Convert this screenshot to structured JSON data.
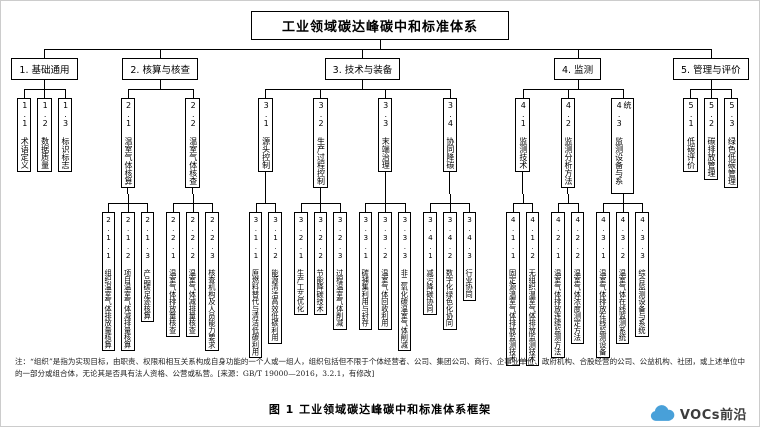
{
  "title": "工业领域碳达峰碳中和标准体系",
  "caption": "图 1  工业领域碳达峰碳中和标准体系框架",
  "note": "注：“组织”是指为实现目标，由职责、权限和相互关系构成自身功能的一个人或一组人，组织包括但不限于个体经营者、公司、集团公司、商行、企事业单位、政府机构、合股经营的公司、公益机构、社团，或上述单位中的一部分或组合体，无论其是否具有法人资格、公营或私营。[来源：GB/T 19000—2016，3.2.1，有修改]",
  "watermark": {
    "text": "VOCs前沿",
    "cloud_color": "#48a0d9"
  },
  "tree": {
    "label": "工业领域碳达峰碳中和标准体系",
    "children": [
      {
        "label": "1. 基础通用",
        "children": [
          {
            "label": "1.1 术语定义"
          },
          {
            "label": "1.2 数据质量"
          },
          {
            "label": "1.3 标识标志"
          }
        ]
      },
      {
        "label": "2. 核算与核查",
        "children": [
          {
            "label": "2.1 温室气体核算",
            "children": [
              {
                "label": "2.1.1 组织温室气体排放量核算"
              },
              {
                "label": "2.1.2 项目温室气体减排量核算"
              },
              {
                "label": "2.1.3 产品碳足迹核算"
              }
            ]
          },
          {
            "label": "2.2 温室气体核查",
            "children": [
              {
                "label": "2.2.1 温室气体排放量核查"
              },
              {
                "label": "2.2.2 温室气体减排量核查"
              },
              {
                "label": "2.2.3 核查机构及人员能力要求"
              }
            ]
          }
        ]
      },
      {
        "label": "3. 技术与装备",
        "children": [
          {
            "label": "3.1 源头控制",
            "children": [
              {
                "label": "3.1.1 原燃料替代与清洁低碳利用"
              },
              {
                "label": "3.1.2 能源清洁高效低碳利用"
              }
            ]
          },
          {
            "label": "3.2 生产过程控制",
            "children": [
              {
                "label": "3.2.1 生产工艺优化"
              },
              {
                "label": "3.2.2 节能降碳技术"
              },
              {
                "label": "3.2.3 过程温室气体削减"
              }
            ]
          },
          {
            "label": "3.3 末端治理",
            "children": [
              {
                "label": "3.3.1 碳捕集利用与封存"
              },
              {
                "label": "3.3.2 温室气体回收利用"
              },
              {
                "label": "3.3.3 非二氧化碳温室气体削减"
              }
            ]
          },
          {
            "label": "3.4 协同降碳",
            "children": [
              {
                "label": "3.4.1 减污降碳协同"
              },
              {
                "label": "3.4.2 数字化绿色化协同"
              },
              {
                "label": "3.4.3 行业协同"
              }
            ]
          }
        ]
      },
      {
        "label": "4. 监测",
        "children": [
          {
            "label": "4.1 监测技术",
            "children": [
              {
                "label": "4.1.1 固定源温室气体排放监测技术"
              },
              {
                "label": "4.1.2 无组织温室气体排放监测技术"
              }
            ]
          },
          {
            "label": "4.2 监测分析方法",
            "children": [
              {
                "label": "4.2.1 温室气体排放连续监测方法"
              },
              {
                "label": "4.2.2 温室气体浓度测定方法"
              }
            ]
          },
          {
            "label": "4.3 监测设备与系统",
            "children": [
              {
                "label": "4.3.1 温室气体排放在线监测设备"
              },
              {
                "label": "4.3.2 温室气体在线监测系统"
              },
              {
                "label": "4.3.3 综合监测设备与系统"
              }
            ]
          }
        ]
      },
      {
        "label": "5. 管理与评价",
        "children": [
          {
            "label": "5.1 低碳评价"
          },
          {
            "label": "5.2 碳排放管理"
          },
          {
            "label": "5.3 绿色低碳管理"
          }
        ]
      }
    ]
  }
}
